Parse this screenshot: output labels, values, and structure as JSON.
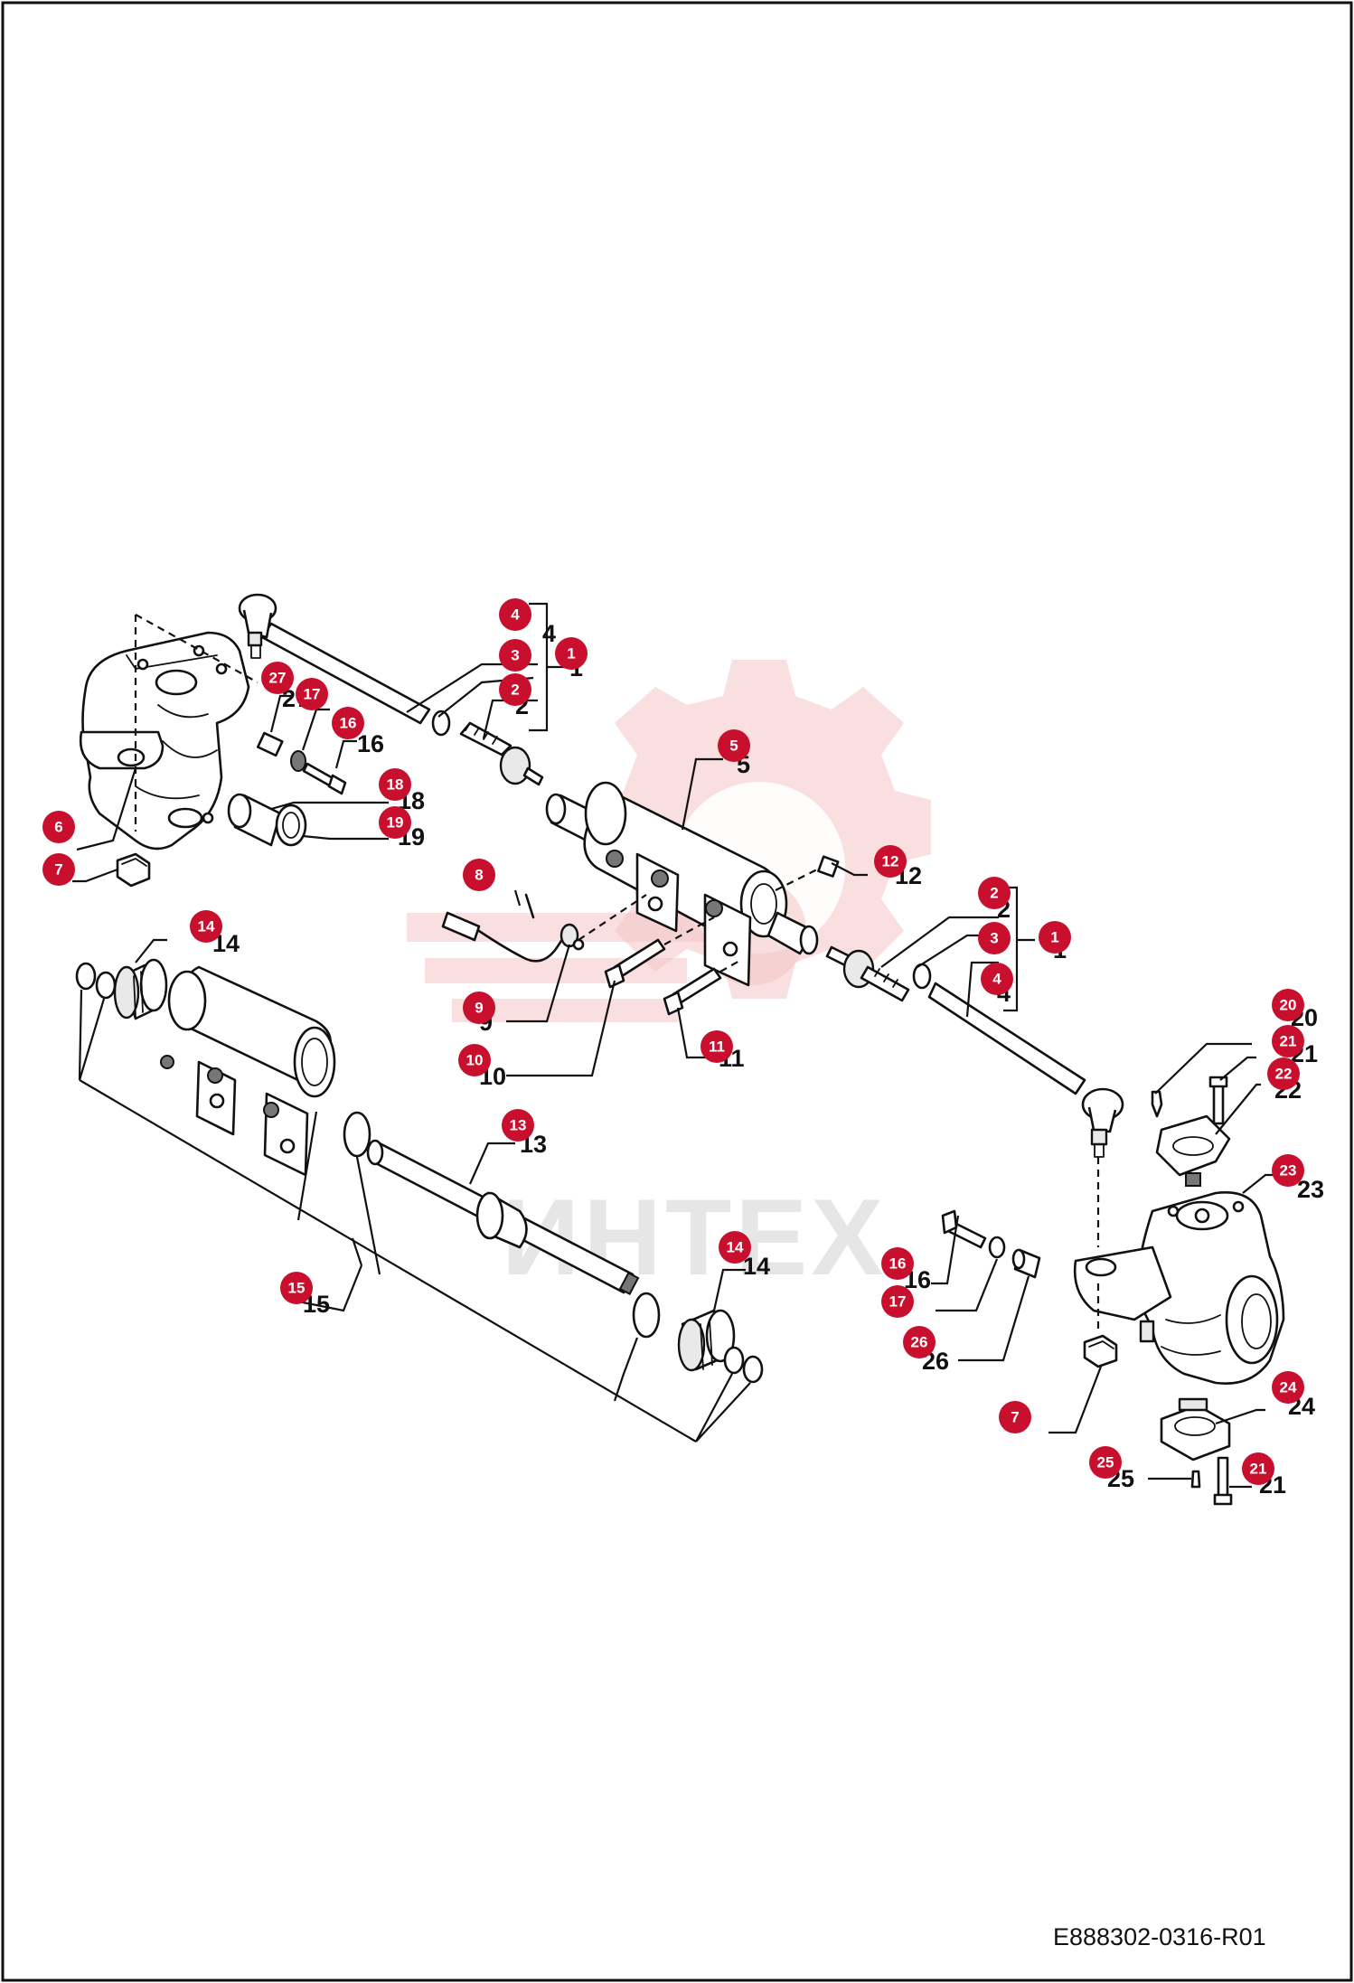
{
  "drawing_code": "E888302-0316-R01",
  "watermark": {
    "text": "ИНТЕХ",
    "color": "#f4c5c5"
  },
  "colors": {
    "callout": "#c8102e",
    "line": "#111111",
    "background": "#ffffff"
  },
  "callouts": [
    {
      "id": "c-4-top",
      "label": "4",
      "text": "4"
    },
    {
      "id": "c-3-top",
      "label": "3",
      "text": "3"
    },
    {
      "id": "c-2-top",
      "label": "2",
      "text": "2"
    },
    {
      "id": "c-1-top",
      "label": "1",
      "text": "1"
    },
    {
      "id": "c-27",
      "label": "27",
      "text": "27"
    },
    {
      "id": "c-17-left",
      "label": "17",
      "text": "17"
    },
    {
      "id": "c-16-left",
      "label": "16",
      "text": "16"
    },
    {
      "id": "c-18",
      "label": "18",
      "text": "18"
    },
    {
      "id": "c-19",
      "label": "19",
      "text": "19"
    },
    {
      "id": "c-6",
      "label": "6",
      "text": "6"
    },
    {
      "id": "c-7-left",
      "label": "7",
      "text": "7"
    },
    {
      "id": "c-5",
      "label": "5",
      "text": "5"
    },
    {
      "id": "c-12",
      "label": "12",
      "text": "12"
    },
    {
      "id": "c-8",
      "label": "8",
      "text": "8"
    },
    {
      "id": "c-9",
      "label": "9",
      "text": "9"
    },
    {
      "id": "c-10",
      "label": "10",
      "text": "10"
    },
    {
      "id": "c-11",
      "label": "11",
      "text": "11"
    },
    {
      "id": "c-2-right",
      "label": "2",
      "text": "2"
    },
    {
      "id": "c-3-right",
      "label": "3",
      "text": "3"
    },
    {
      "id": "c-1-right",
      "label": "1",
      "text": "1"
    },
    {
      "id": "c-4-right",
      "label": "4",
      "text": "4"
    },
    {
      "id": "c-14-left",
      "label": "14",
      "text": "14"
    },
    {
      "id": "c-13",
      "label": "13",
      "text": "13"
    },
    {
      "id": "c-15",
      "label": "15",
      "text": "15"
    },
    {
      "id": "c-14-right",
      "label": "14",
      "text": "14"
    },
    {
      "id": "c-20",
      "label": "20",
      "text": "20"
    },
    {
      "id": "c-21-top",
      "label": "21",
      "text": "21"
    },
    {
      "id": "c-22",
      "label": "22",
      "text": "22"
    },
    {
      "id": "c-23",
      "label": "23",
      "text": "23"
    },
    {
      "id": "c-16-right",
      "label": "16",
      "text": "16"
    },
    {
      "id": "c-17-right",
      "label": "17",
      "text": "17"
    },
    {
      "id": "c-26",
      "label": "26",
      "text": "26"
    },
    {
      "id": "c-7-right",
      "label": "7",
      "text": "7"
    },
    {
      "id": "c-24",
      "label": "24",
      "text": "24"
    },
    {
      "id": "c-25",
      "label": "25",
      "text": "25"
    },
    {
      "id": "c-21-bottom",
      "label": "21",
      "text": "21"
    }
  ]
}
